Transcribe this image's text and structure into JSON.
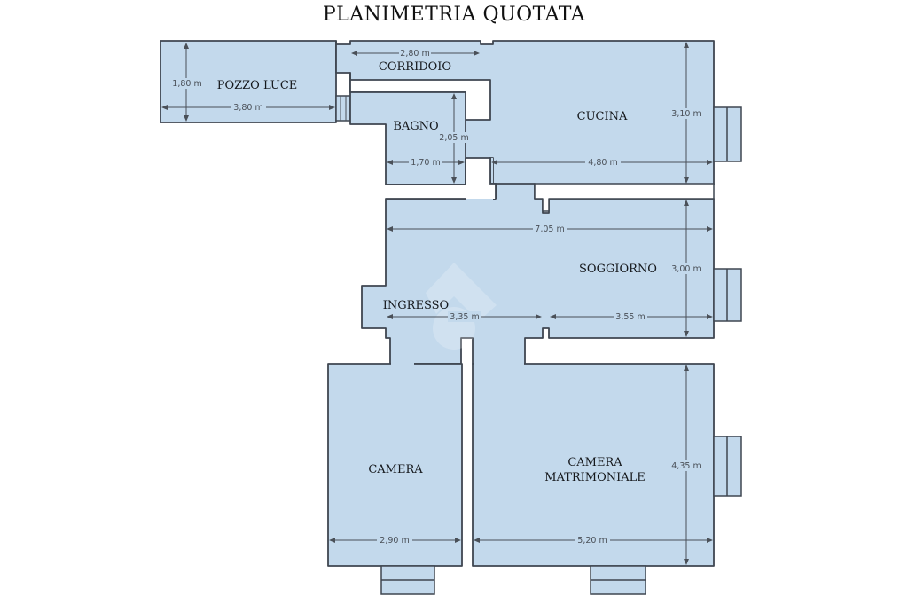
{
  "title": "PLANIMETRIA QUOTATA",
  "rooms": {
    "pozzo_luce": "POZZO LUCE",
    "corridoio": "CORRIDOIO",
    "bagno": "BAGNO",
    "cucina": "CUCINA",
    "soggiorno": "SOGGIORNO",
    "ingresso": "INGRESSO",
    "camera": "CAMERA",
    "camera_matrimoniale_1": "CAMERA",
    "camera_matrimoniale_2": "MATRIMONIALE"
  },
  "dimensions": {
    "pozzo_luce_height": "1,80 m",
    "pozzo_luce_width": "3,80 m",
    "corridoio_width": "2,80 m",
    "bagno_height": "2,05 m",
    "bagno_width": "1,70 m",
    "cucina_height": "3,10 m",
    "cucina_width": "4,80 m",
    "soggiorno_total_width": "7,05 m",
    "soggiorno_height": "3,00 m",
    "ingresso_width": "3,35 m",
    "soggiorno_width": "3,55 m",
    "camera_width": "2,90 m",
    "camera_matrimoniale_width": "5,20 m",
    "camera_matrimoniale_height": "4,35 m"
  },
  "colors": {
    "room_fill": "#c3d9ec",
    "wall": "#3f4650"
  }
}
